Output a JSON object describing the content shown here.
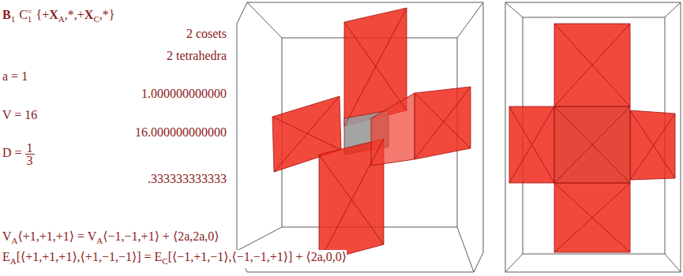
{
  "diagram": {
    "labels": [
      "B",
      "1",
      "C",
      "1",
      "=",
      "{+",
      "X",
      "A",
      ",*,+",
      "X",
      "C",
      ",*}",
      "2 cosets",
      "2 tetrahedra",
      "a = 1",
      "1.000000000000",
      "V = 16",
      "16.000000000000",
      "D =",
      "1",
      "3",
      ".333333333333",
      "V",
      "A",
      "⟨+1,+1,+1⟩ = V",
      "A",
      "⟨−1,−1,+1⟩ + ⟨2a,2a,0⟩",
      "E",
      "A",
      "[⟨+1,+1,+1⟩,⟨+1,−1,−1⟩] = E",
      "C",
      "[⟨−1,+1,−1⟩,⟨−1,−1,+1⟩] + ⟨2a,0,0⟩"
    ]
  }
}
